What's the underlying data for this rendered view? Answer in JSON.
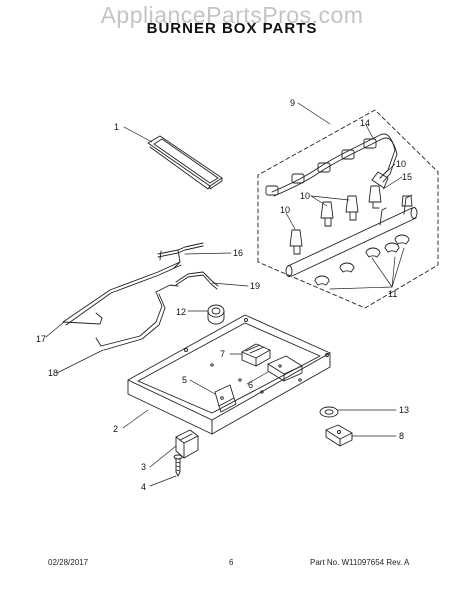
{
  "header": {
    "watermark": "AppliancePartsPros.com",
    "title": "BURNER BOX PARTS"
  },
  "callouts": [
    "1",
    "2",
    "3",
    "4",
    "5",
    "6",
    "7",
    "8",
    "9",
    "10",
    "10",
    "10",
    "11",
    "12",
    "13",
    "14",
    "15",
    "16",
    "17",
    "18",
    "19"
  ],
  "footer": {
    "date": "02/28/2017",
    "page": "6",
    "part_no": "Part No. W11097654  Rev. A"
  },
  "colors": {
    "line": "#222222",
    "watermark": "#c4c4c4"
  }
}
